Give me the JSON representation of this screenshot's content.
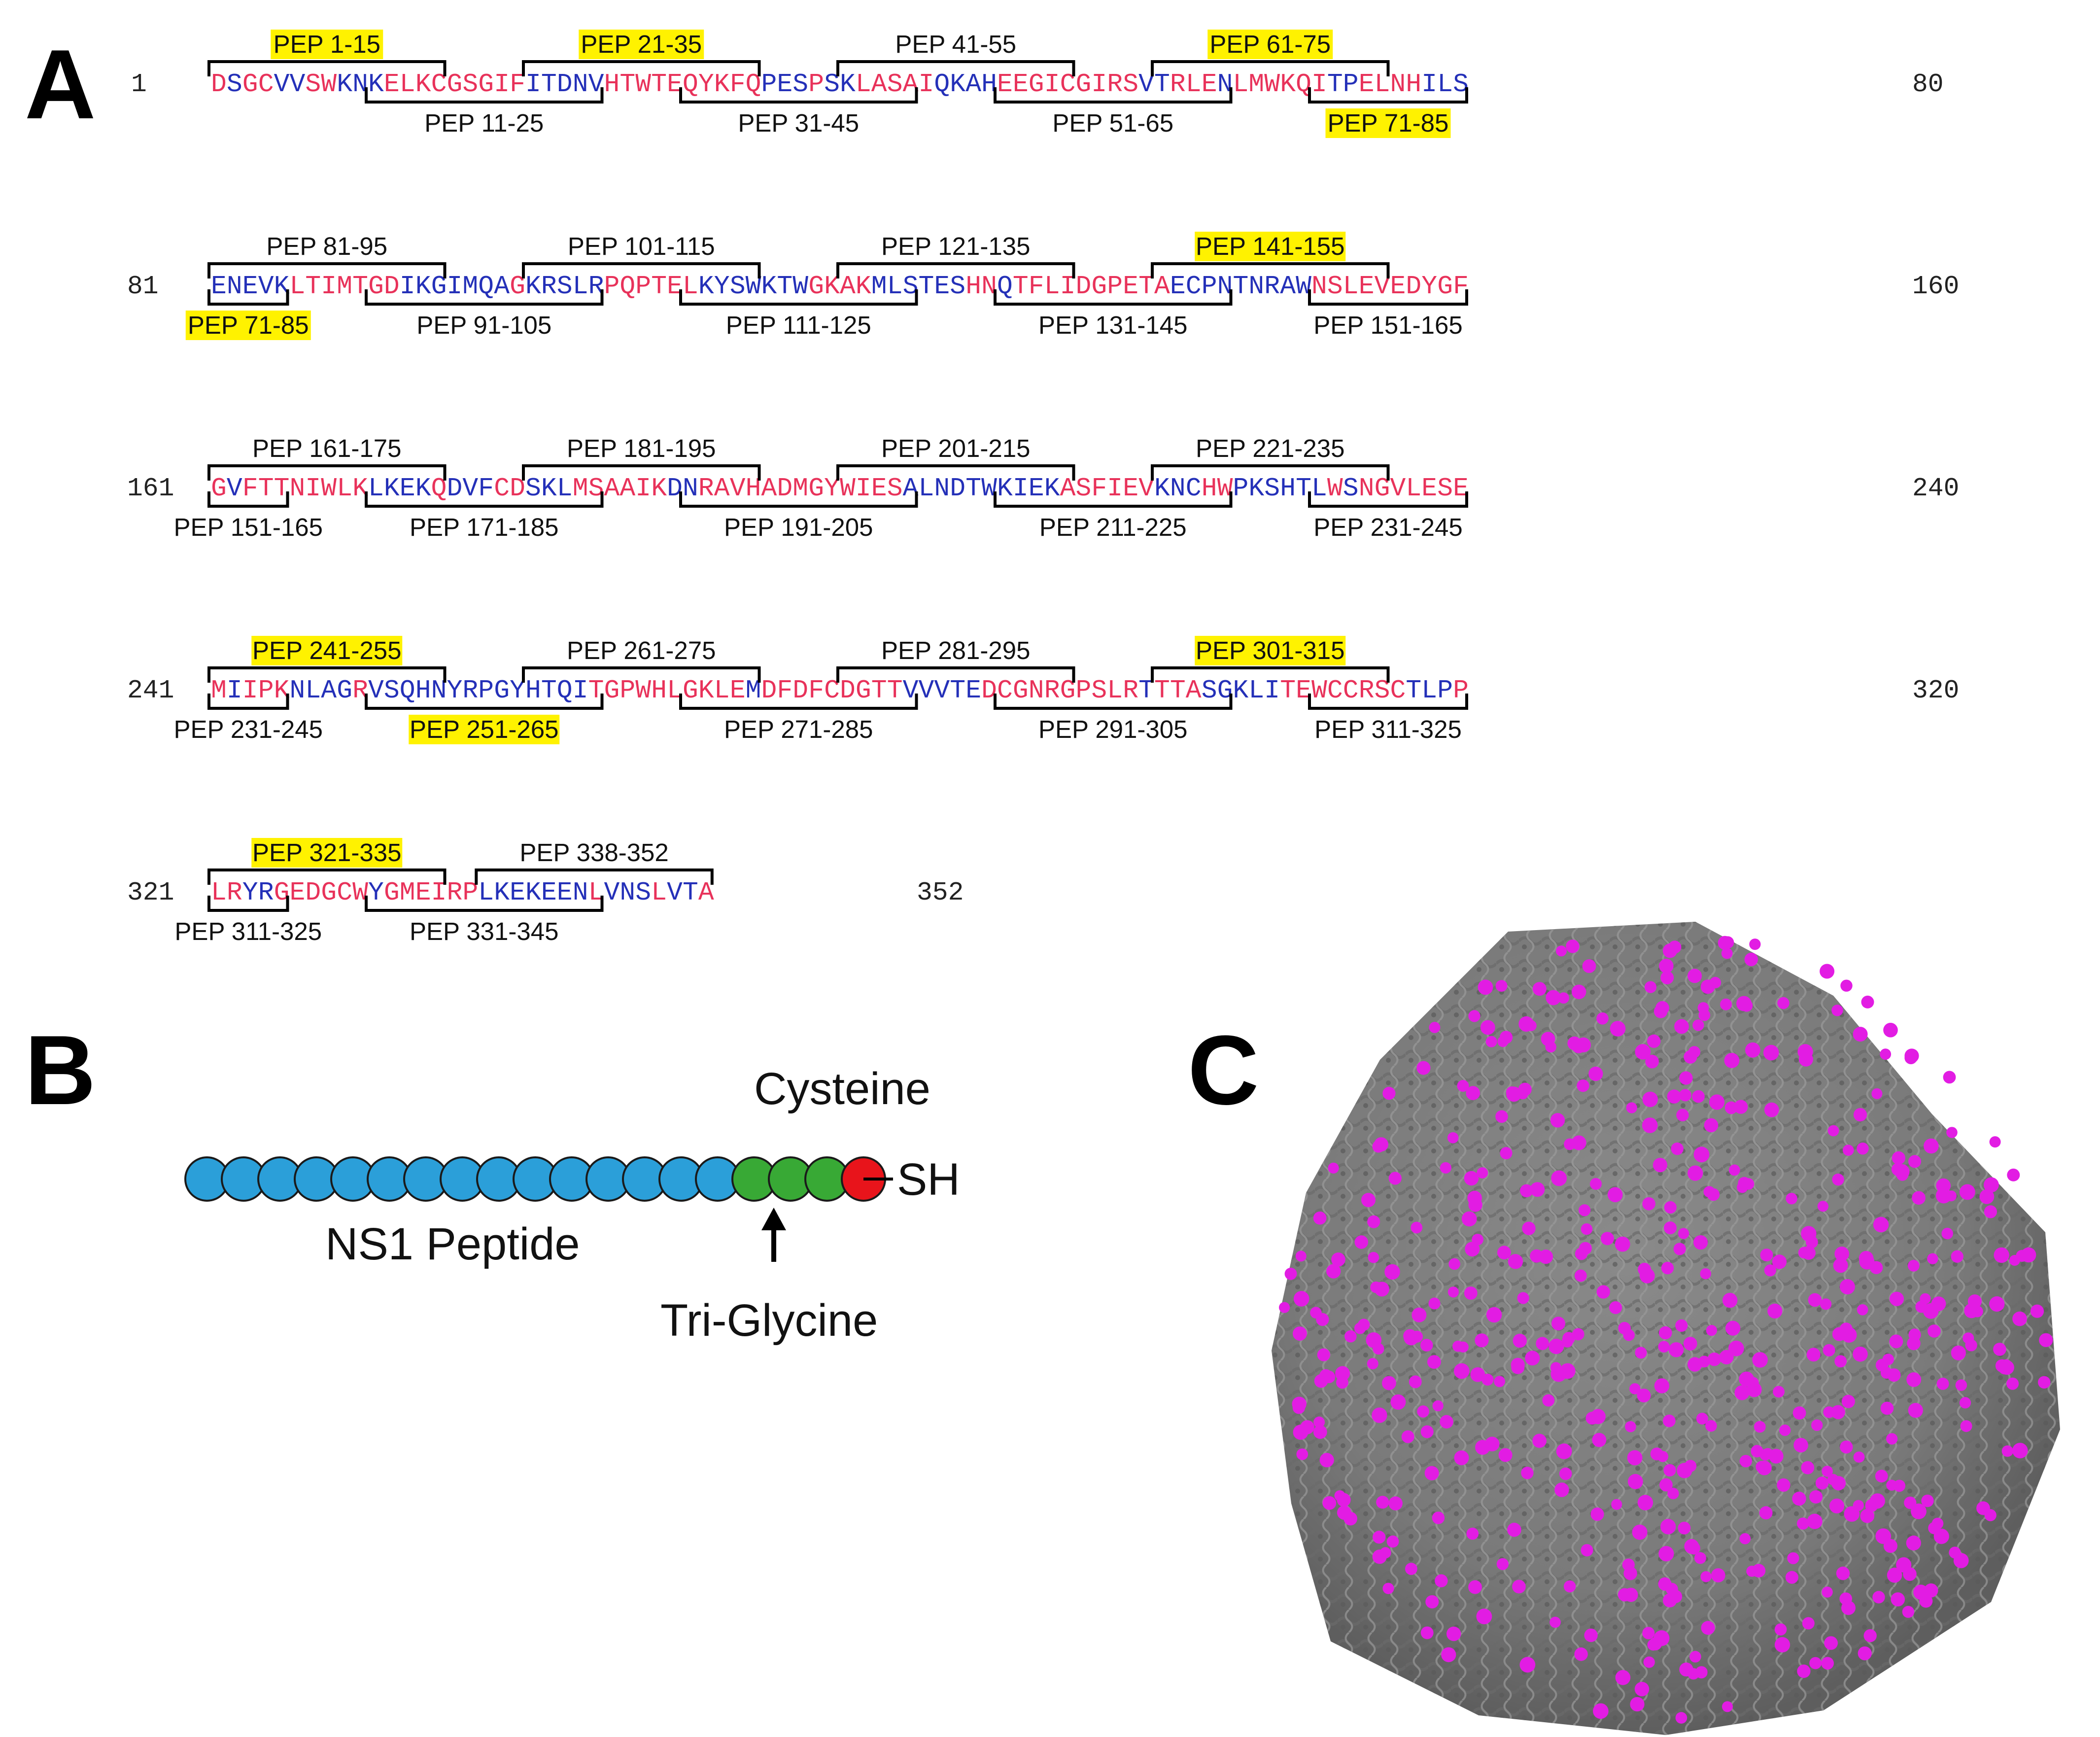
{
  "panels": {
    "A": "A",
    "B": "B",
    "C": "C"
  },
  "colors": {
    "red_residue": "#e8325a",
    "blue_residue": "#2430b8",
    "highlight": "#fff200",
    "ns1_bead": "#2b9fd9",
    "glycine_bead": "#38a935",
    "cysteine_bead": "#e8141b",
    "capsid": "#808080",
    "conjugate_dot": "#e21ce3"
  },
  "sequence_rows": [
    {
      "start": "1",
      "end": "80",
      "residues": "DSGCVVSWKNKELKCGSGIFITDNVHTWTEQYKFQPESPSKLASAIQKAHEEGICGIRSVTRLENLMWKQITPELNHILS",
      "colors": "rbrrbbrrbbbrrrrrrrrrbbbbbrrrrrrrrrrbbbrbbrrrrrbbbbrrrrrrrrrbbrrrbrrrrrrbbrrrrbbbb",
      "above": [
        {
          "label": "PEP 1-15",
          "s": 1,
          "e": 15,
          "hl": true
        },
        {
          "label": "PEP 21-35",
          "s": 21,
          "e": 35,
          "hl": true
        },
        {
          "label": "PEP 41-55",
          "s": 41,
          "e": 55,
          "hl": false
        },
        {
          "label": "PEP 61-75",
          "s": 61,
          "e": 75,
          "hl": true
        }
      ],
      "below": [
        {
          "label": "PEP 11-25",
          "s": 11,
          "e": 25,
          "hl": false
        },
        {
          "label": "PEP 31-45",
          "s": 31,
          "e": 45,
          "hl": false
        },
        {
          "label": "PEP 51-65",
          "s": 51,
          "e": 65,
          "hl": false
        },
        {
          "label": "PEP 71-85",
          "s": 71,
          "e": 80,
          "hl": true
        }
      ]
    },
    {
      "start": "81",
      "end": "160",
      "residues": "ENEVKLTIMTGDIKGIMQAGKRSLRPQPTELKYSWKTWGKAKMLSTESHNQTFLIDGPETAECPNTNRAWNSLEVEDYGF",
      "colors": "bbbbbrrrrrrrbbbbbbbrbbbbbrrrrrrbbbbbbbrrrrbbbbbbrrbrrrrrrrrrrbbbbbbbbbrrrrrrrrrr",
      "above": [
        {
          "label": "PEP 81-95",
          "s": 81,
          "e": 95,
          "hl": false
        },
        {
          "label": "PEP 101-115",
          "s": 101,
          "e": 115,
          "hl": false
        },
        {
          "label": "PEP 121-135",
          "s": 121,
          "e": 135,
          "hl": false
        },
        {
          "label": "PEP 141-155",
          "s": 141,
          "e": 155,
          "hl": true
        }
      ],
      "below": [
        {
          "label": "PEP 71-85",
          "s": 81,
          "e": 85,
          "hl": true
        },
        {
          "label": "PEP 91-105",
          "s": 91,
          "e": 105,
          "hl": false
        },
        {
          "label": "PEP 111-125",
          "s": 111,
          "e": 125,
          "hl": false
        },
        {
          "label": "PEP 131-145",
          "s": 131,
          "e": 145,
          "hl": false
        },
        {
          "label": "PEP 151-165",
          "s": 151,
          "e": 160,
          "hl": false
        }
      ]
    },
    {
      "start": "161",
      "end": "240",
      "residues": "GVFTTNIWLKLKEKQDVFCDSKLMSAAIKDNRAVHADMGYWIESALNDTWKIEKASFIEVKNCHWPKSHTLWSNGVLESE",
      "colors": "rbrrrrrrrrbbbbrbbbrrbbbrrrrrrbbrrrrrrrrrrrrrbbbbbbbbbbrrrrrrbbbrrbbbbbbrbrrrrrrr",
      "above": [
        {
          "label": "PEP 161-175",
          "s": 161,
          "e": 175,
          "hl": false
        },
        {
          "label": "PEP 181-195",
          "s": 181,
          "e": 195,
          "hl": false
        },
        {
          "label": "PEP 201-215",
          "s": 201,
          "e": 215,
          "hl": false
        },
        {
          "label": "PEP 221-235",
          "s": 221,
          "e": 235,
          "hl": false
        }
      ],
      "below": [
        {
          "label": "PEP 151-165",
          "s": 161,
          "e": 165,
          "hl": false
        },
        {
          "label": "PEP 171-185",
          "s": 171,
          "e": 185,
          "hl": false
        },
        {
          "label": "PEP 191-205",
          "s": 191,
          "e": 205,
          "hl": false
        },
        {
          "label": "PEP 211-225",
          "s": 211,
          "e": 225,
          "hl": false
        },
        {
          "label": "PEP 231-245",
          "s": 231,
          "e": 240,
          "hl": false
        }
      ]
    },
    {
      "start": "241",
      "end": "320",
      "residues": "MIIPKNLAGRVSQHNYRPGYHTQITGPWHLGKLEMDFDFCDGTTVVVTEDCGNRGPSLRTTTASGKLITEWCCRSCTLPP",
      "colors": "rbrrrbbbbrbbbbbbbbbbbbbbrrrrrrrrrrbrrrrrrrrrbbbbbrrrrrrrrrrbrrrbbbbbrrrrrrrrbbbr",
      "above": [
        {
          "label": "PEP 241-255",
          "s": 241,
          "e": 255,
          "hl": true
        },
        {
          "label": "PEP  261-275",
          "s": 261,
          "e": 275,
          "hl": false
        },
        {
          "label": "PEP 281-295",
          "s": 281,
          "e": 295,
          "hl": false
        },
        {
          "label": "PEP 301-315",
          "s": 301,
          "e": 315,
          "hl": true
        }
      ],
      "below": [
        {
          "label": "PEP 231-245",
          "s": 241,
          "e": 245,
          "hl": false
        },
        {
          "label": "PEP 251-265",
          "s": 251,
          "e": 265,
          "hl": true
        },
        {
          "label": "PEP 271-285",
          "s": 271,
          "e": 285,
          "hl": false
        },
        {
          "label": "PEP 291-305",
          "s": 291,
          "e": 305,
          "hl": false
        },
        {
          "label": "PEP 311-325",
          "s": 311,
          "e": 320,
          "hl": false
        }
      ]
    },
    {
      "start": "321",
      "end": "352",
      "residues": "LRYRGEDGCWYGMEIRPLKEKEENLVNSLVTA",
      "colors": "rrbbrrrrrrbrrrrrrbbbbbbbrbbbrbbr",
      "above": [
        {
          "label": "PEP 321-335",
          "s": 321,
          "e": 335,
          "hl": true
        },
        {
          "label": "PEP 338-352",
          "s": 338,
          "e": 352,
          "hl": false
        }
      ],
      "below": [
        {
          "label": "PEP 311-325",
          "s": 321,
          "e": 325,
          "hl": false
        },
        {
          "label": "PEP 331-345",
          "s": 331,
          "e": 345,
          "hl": false
        }
      ]
    }
  ],
  "panel_b": {
    "ns1_label": "NS1 Peptide",
    "glycine_label": "Tri-Glycine",
    "cysteine_label": "Cysteine",
    "sh_label": "SH",
    "ns1_bead_count": 15,
    "glycine_bead_count": 3,
    "cysteine_bead_count": 1
  }
}
